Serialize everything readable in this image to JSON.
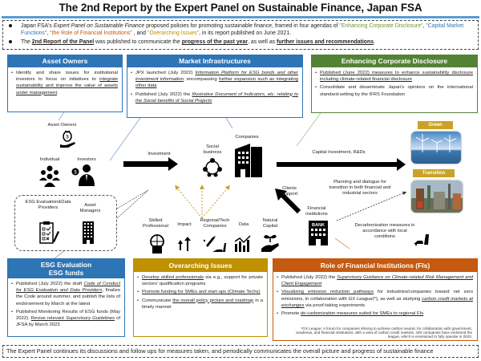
{
  "title": "The 2nd Report by the Expert Panel on Sustainable Finance, Japan FSA",
  "intro": {
    "bullet1": {
      "prefix": "Japan FSA's ",
      "panel_name": "Expert Panel on Sustainable Finance",
      "middle": " proposed policies for promoting sustainable finance, framed in four agendas of ",
      "agenda1": "\"Enhancing Corporate Disclosure\"",
      "sep1": ", ",
      "agenda2": "\"Capital Market Functions\"",
      "sep2": ", ",
      "agenda3": "\"the Role of Financial Institutions\"",
      "sep3": " , and ",
      "agenda4": "\"Overarching Issues\"",
      "suffix": ", in its report published on June 2021."
    },
    "bullet2": {
      "prefix": "The ",
      "emph1": "2nd Report of the Panel",
      "middle1": " was published to communicate the ",
      "emph2": "progress of the past year",
      "middle2": ", as well as ",
      "emph3": "further issues and recommendations",
      "suffix": "."
    }
  },
  "boxes": {
    "asset_owners": {
      "header": "Asset Owners",
      "b1_plain": "Identify and share issues for institutional investors to focus on initiatives to ",
      "b1_ul": "integrate sustainability and improve the value of assets under management",
      "b1_end": "."
    },
    "market_infra": {
      "header": "Market Infrastructures",
      "b1_a": "JPX launched (July 2022) ",
      "b1_b": "Information Platform for ESG bonds and other investment information",
      "b1_c": ", encompassing ",
      "b1_d": "further expansion such as integrating other data",
      "b2_a": "Published (July 2022) the ",
      "b2_b": "Illustrative Document of Indicators, etc. relating to the Social benefits of Social Projects"
    },
    "corp_disclosure": {
      "header": "Enhancing Corporate Disclosure",
      "b1": "Published (June 2022) measures to enhance sustainability disclosure including climate-related financial disclosure",
      "b2": "Consolidate and disseminate Japan's opinions on the international standard-setting by the IFRS Foundation"
    },
    "esg": {
      "header_line1": "ESG Evaluation",
      "header_line2": "ESG funds",
      "b1_a": "Published (July 2022) the draft ",
      "b1_b": "Code of Conduct for ESG Evaluation and Data Providers",
      "b1_c": ", finalize the Code around summer, and publish the lists of endorsement by March at the latest",
      "b2_a": "Published Monitoring Results of ESG funds (May 2022). ",
      "b2_b": "Revise relevant ",
      "b2_c": "Supervisory Guidelines",
      "b2_d": " of JFSA by March 2023"
    },
    "overarching": {
      "header": "Overarching Issues",
      "b1_a": "Develop skilled professionals",
      "b1_b": " via e.g., support for private sectors' qualification programs",
      "b2": "Promote funding for SMEs and start-ups (Climate Techs)",
      "b3_a": "Communicate ",
      "b3_b": "the overall policy picture and roadmap",
      "b3_c": " in a timely manner"
    },
    "fi_role": {
      "header": "Role of Financial Institutions (FIs)",
      "b1_a": "Published (July 2022) the ",
      "b1_b": "Supervisory Guidance on Climate-related Risk Management and Client Engagement",
      "b2_a": "Visualizing emission reduction pathways",
      "b2_b": " for industries/companies toward net zero emissions, in collaboration with ",
      "b2_c": "GX League",
      "b2_d": "(*), as well as studying ",
      "b2_e": "carbon credit markets at exchanges",
      "b2_f": " via proof-taking experiments",
      "b3_a": "Promote ",
      "b3_b": "de-carbonization measures suited for SMEs to regional FIs",
      "note": "*GX League: A forum for companies striving to achieve carbon neutral, for collaboration with government, academia, and financial institutions, with a view of carbon credit markets. 440 companies have endorsed the league, which is envisioned to fully operate in 2023."
    }
  },
  "diagram": {
    "asset_owners": "Asset Owners",
    "individual": "Individual",
    "investors": "Investors",
    "esg_providers": "ESG Evaluation&Data Providers",
    "asset_managers": "Asset Managers",
    "investment": "Investment",
    "social_business": "Social business",
    "companies": "Companies",
    "capital_investment": "Capital Investment, R&Ds",
    "green": "Green",
    "transition": "Transition",
    "clients_support": "Clients Support",
    "planning": "Planning and dialogue for transition in both financial and industrial sectors",
    "financial_institutions": "Financial institutions",
    "bank": "BANK",
    "decarbonization": "Decarbonization measures in accordance with local conditions",
    "skilled": "Skilled Professional",
    "impact": "Impact",
    "regional": "Regional/Tech Companies",
    "data": "Data",
    "natural_capital": "Natural Capital"
  },
  "footer": "The Expert Panel continues its discussions and follow ups for measures taken, and periodically communicates the overall picture and progress of sustainable finance",
  "colors": {
    "blue": "#2e75b6",
    "green": "#548235",
    "gold": "#bf9000",
    "orange": "#c55a11",
    "tag_gold": "#c9a227"
  }
}
